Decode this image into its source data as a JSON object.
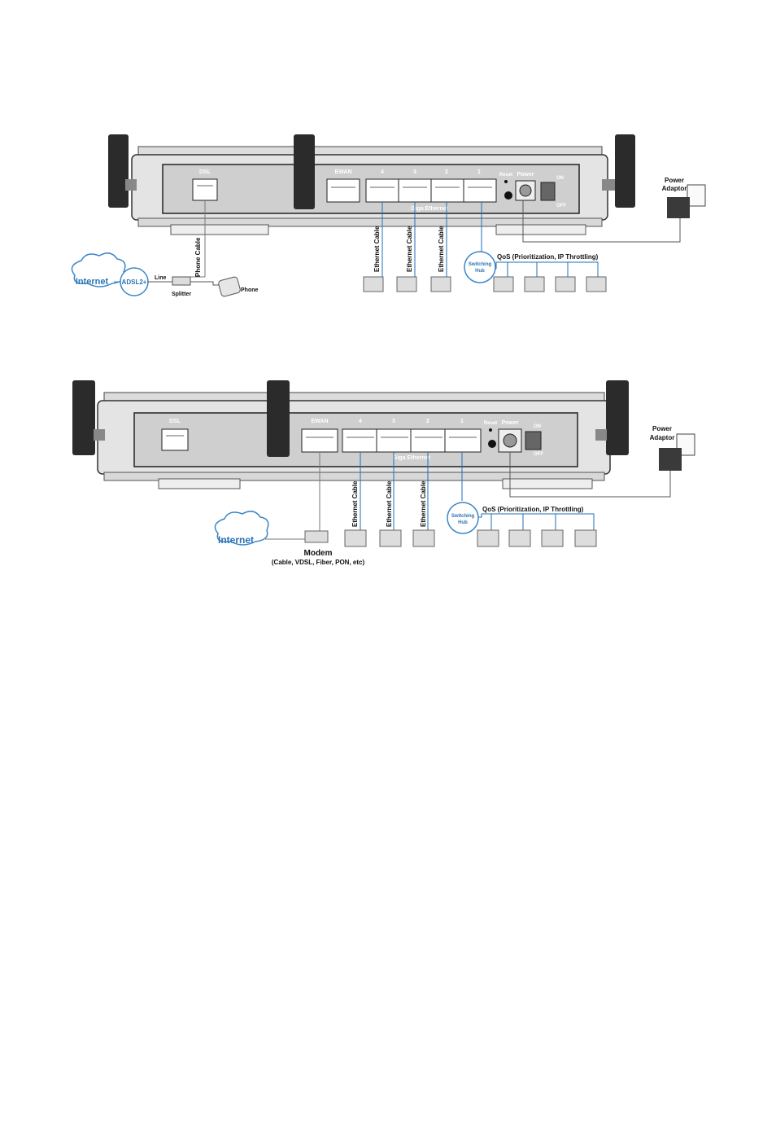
{
  "diagram_1": {
    "ports": {
      "dsl": "DSL",
      "ewan": "EWAN",
      "lan_4": "4",
      "lan_3": "3",
      "lan_2": "2",
      "lan_1": "1",
      "reset": "Reset",
      "power": "Power",
      "on": "ON",
      "off": "OFF",
      "giga_ethernet": "Giga Ethernet"
    },
    "power_adaptor": [
      "Power",
      "Adaptor"
    ],
    "phone_cable": "Phone Cable",
    "ethernet_cable": "Ethernet Cable",
    "switching_hub": [
      "Switching",
      "Hub"
    ],
    "qos": "QoS (Prioritization, IP Throttling)",
    "internet": "Internet",
    "adsl": "ADSL2+",
    "line": "Line",
    "splitter": "Splitter",
    "phone": "Phone"
  },
  "diagram_2": {
    "ports": {
      "dsl": "DSL",
      "ewan": "EWAN",
      "lan_4": "4",
      "lan_3": "3",
      "lan_2": "2",
      "lan_1": "1",
      "reset": "Reset",
      "power": "Power",
      "on": "ON",
      "off": "OFF",
      "giga_ethernet": "Giga Ethernet"
    },
    "power_adaptor": [
      "Power",
      "Adaptor"
    ],
    "ethernet_cable": "Ethernet Cable",
    "switching_hub": [
      "Switching",
      "Hub"
    ],
    "qos": "QoS (Prioritization, IP Throttling)",
    "internet": "Internet",
    "modem": "Modem",
    "modem_types": "(Cable, VDSL, Fiber, PON, etc)"
  },
  "colors": {
    "cable_blue": "#1e6fb8",
    "label_blue": "#2a73b5",
    "cloud_stroke": "#3d86c6",
    "router_dark": "#2b2b2b",
    "router_body": "#e4e4e4"
  }
}
